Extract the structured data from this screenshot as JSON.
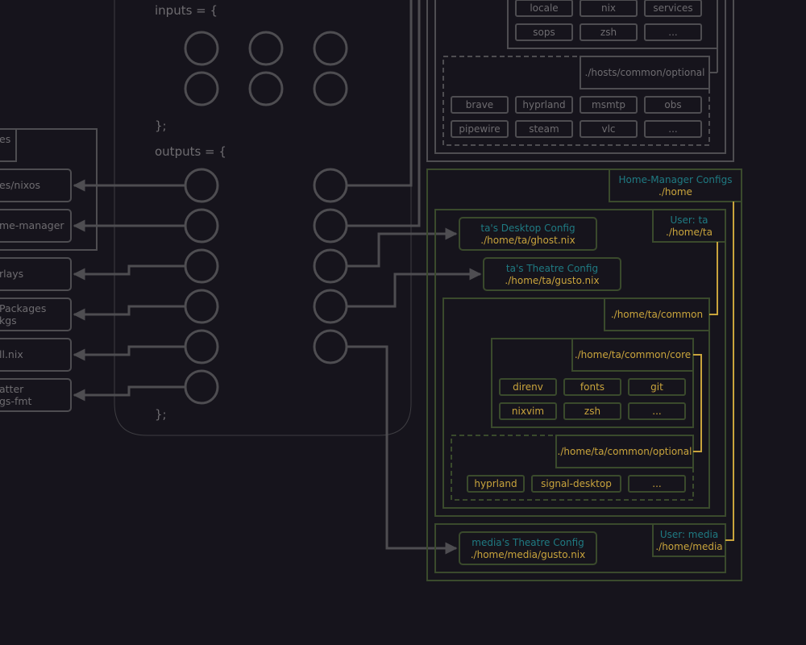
{
  "colors": {
    "background": "#16141c",
    "gray": "#4e4d51",
    "gray_text": "#6e6c70",
    "green": "#3a4a2c",
    "teal": "#1f7a82",
    "gold": "#c9a43c"
  },
  "flake": {
    "inputs_open": "inputs = {",
    "inputs_close": "};",
    "outputs_open": "outputs = {",
    "outputs_close": "};"
  },
  "outputs_left": {
    "header_partial": "es",
    "items": [
      "es/nixos",
      "me-manager",
      "rlays",
      "Packages",
      "kgs",
      "ll.nix",
      "atter",
      "gs-fmt"
    ]
  },
  "hosts": {
    "core_items": [
      "locale",
      "nix",
      "services",
      "sops",
      "zsh",
      "..."
    ],
    "optional_label": "./hosts/common/optional",
    "optional_items": [
      "brave",
      "hyprland",
      "msmtp",
      "obs",
      "pipewire",
      "steam",
      "vlc",
      "..."
    ]
  },
  "home": {
    "title": "Home-Manager Configs",
    "path": "./home",
    "user_ta_title": "User: ta",
    "user_ta_path": "./home/ta",
    "ghost_title": "ta's Desktop Config",
    "ghost_path": "./home/ta/ghost.nix",
    "gusto_title": "ta's Theatre Config",
    "gusto_path": "./home/ta/gusto.nix",
    "common_path": "./home/ta/common",
    "core_path": "./home/ta/common/core",
    "core_items": [
      "direnv",
      "fonts",
      "git",
      "nixvim",
      "zsh",
      "..."
    ],
    "optional_path": "./home/ta/common/optional",
    "optional_items": [
      "hyprland",
      "signal-desktop",
      "..."
    ],
    "user_media_title": "User: media",
    "user_media_path": "./home/media",
    "media_title": "media's Theatre Config",
    "media_path": "./home/media/gusto.nix"
  }
}
